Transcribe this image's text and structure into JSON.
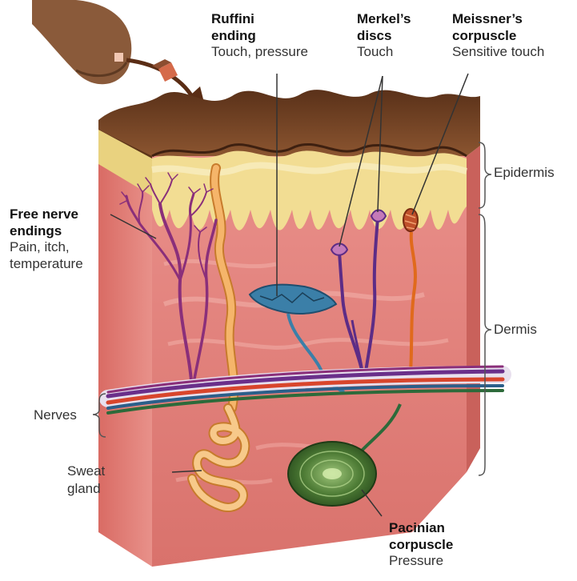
{
  "labels": {
    "ruffini": {
      "title": "Ruffini\nending",
      "desc": "Touch, pressure"
    },
    "merkel": {
      "title": "Merkel’s\ndiscs",
      "desc": "Touch"
    },
    "meissner": {
      "title": "Meissner’s\ncorpuscle",
      "desc": "Sensitive touch"
    },
    "free_nerve": {
      "title": "Free nerve\nendings",
      "desc": "Pain, itch,\ntemperature"
    },
    "pacinian": {
      "title": "Pacinian\ncorpuscle",
      "desc": "Pressure"
    },
    "nerves": "Nerves",
    "sweat_gland": "Sweat\ngland",
    "epidermis": "Epidermis",
    "dermis": "Dermis"
  },
  "colors": {
    "skin_outer": "#6b3f22",
    "epidermis": "#f3e19a",
    "dermis": "#e58e86",
    "dermis_dark": "#c96a63",
    "ruffini_fiber": "#f5b56a",
    "free_nerve": "#8a2f7a",
    "merkel_fiber": "#5c2c86",
    "meissner_fiber": "#e06a1c",
    "ruffini_disc": "#3b7fa8",
    "pacinian": "#3e6b2e",
    "nerve_red": "#d8452c",
    "nerve_purple": "#6a2f8a",
    "nerve_blue": "#2b5f8a",
    "nerve_green": "#2d6a3a"
  }
}
